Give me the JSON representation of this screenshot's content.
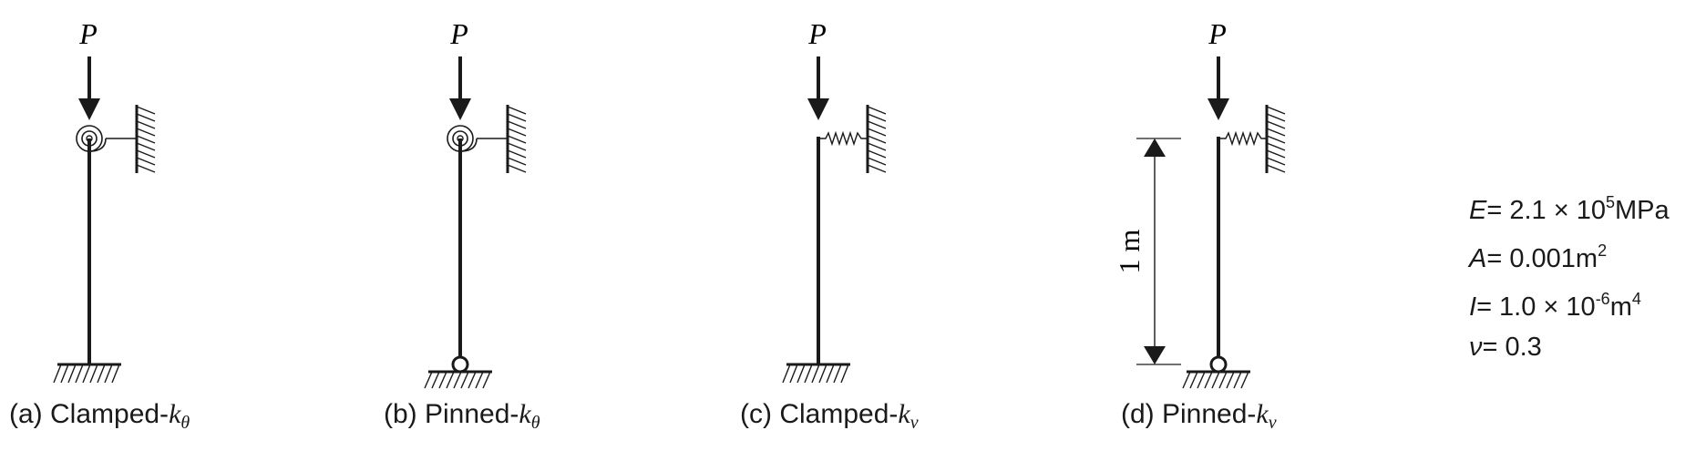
{
  "figure": {
    "load_label": "P",
    "panels": [
      {
        "prefix": "(a) Clamped-",
        "symbol": "k",
        "subscript": "θ"
      },
      {
        "prefix": "(b) Pinned-",
        "symbol": "k",
        "subscript": "θ"
      },
      {
        "prefix": "(c) Clamped-",
        "symbol": "k",
        "subscript": "v"
      },
      {
        "prefix": "(d) Pinned-",
        "symbol": "k",
        "subscript": "v"
      }
    ],
    "dimension_label": "1 m"
  },
  "properties": {
    "E": {
      "symbol": "E",
      "value": "= 2.1 × 10",
      "exp": "5",
      "unit": "MPa"
    },
    "A": {
      "symbol": "A",
      "value": "= 0.001m",
      "exp": "2",
      "unit": ""
    },
    "I": {
      "symbol": "I",
      "value": "= 1.0 × 10",
      "exp": "-6",
      "unit_pre": "m",
      "exp2": "4"
    },
    "nu": {
      "symbol": "ν",
      "value": "= 0.3"
    }
  }
}
